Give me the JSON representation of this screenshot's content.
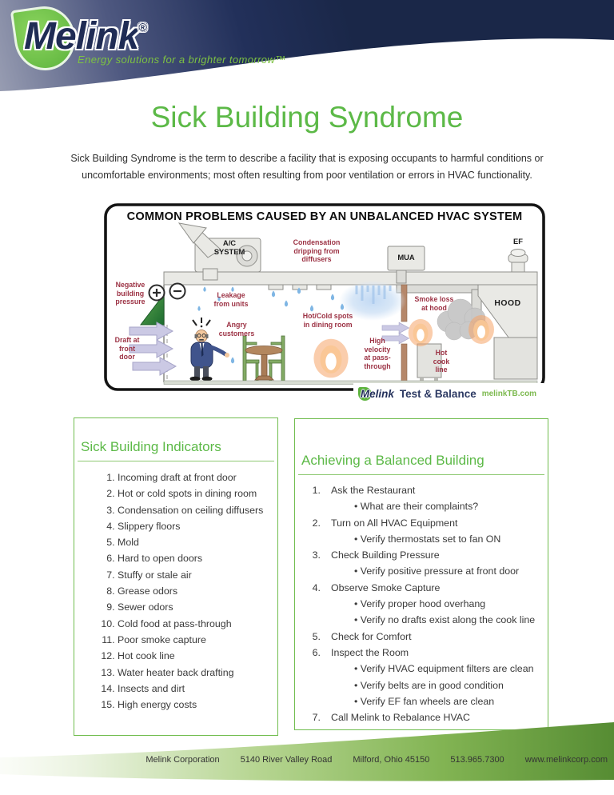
{
  "header": {
    "logo_text": "Melink",
    "logo_reg": "®",
    "tagline": "Energy solutions for a brighter tomorrow™"
  },
  "page": {
    "title": "Sick Building Syndrome",
    "intro": "Sick Building Syndrome is the term to describe a facility that is exposing occupants to harmful conditions or uncomfortable environments; most often resulting from poor ventilation or errors in HVAC functionality."
  },
  "diagram": {
    "title": "COMMON PROBLEMS CAUSED BY AN UNBALANCED HVAC SYSTEM",
    "labels": {
      "ac_system": "A/C\nSYSTEM",
      "condensation": "Condensation\ndripping from\ndiffusers",
      "mua": "MUA",
      "ef": "EF",
      "negative_pressure": "Negative\nbuilding\npressure",
      "leakage": "Leakage\nfrom units",
      "hot_cold": "Hot/Cold spots\nin dining room",
      "angry": "Angry\ncustomers",
      "high_velocity": "High\nvelocity\nat pass-\nthrough",
      "smoke_loss": "Smoke loss\nat hood",
      "hood": "HOOD",
      "hot_cook": "Hot\ncook\nline",
      "draft": "Draft at\nfront\ndoor"
    },
    "badge": {
      "brand": "Melink",
      "name": "Test & Balance",
      "site": "melinkTB.com"
    }
  },
  "left_panel": {
    "heading": "Sick Building Indicators",
    "items": [
      "Incoming draft at front door",
      "Hot or cold spots in dining room",
      "Condensation on ceiling diffusers",
      "Slippery floors",
      "Mold",
      "Hard to open doors",
      "Stuffy or stale air",
      "Grease odors",
      "Sewer odors",
      "Cold food at pass-through",
      "Poor smoke capture",
      "Hot cook line",
      "Water heater back drafting",
      "Insects and dirt",
      "High energy costs"
    ]
  },
  "right_panel": {
    "heading": "Achieving a Balanced Building",
    "items": [
      {
        "label": "Ask the Restaurant",
        "subs": [
          "What are their complaints?"
        ]
      },
      {
        "label": "Turn on All HVAC Equipment",
        "subs": [
          "Verify thermostats set to fan ON"
        ]
      },
      {
        "label": "Check Building Pressure",
        "subs": [
          "Verify positive pressure at front door"
        ]
      },
      {
        "label": "Observe Smoke Capture",
        "subs": [
          "Verify proper hood overhang",
          "Verify no drafts exist along the cook line"
        ]
      },
      {
        "label": "Check for Comfort",
        "subs": []
      },
      {
        "label": "Inspect the Room",
        "subs": [
          "Verify HVAC equipment filters are clean",
          "Verify belts are in good condition",
          "Verify EF fan wheels are clean"
        ]
      },
      {
        "label": "Call Melink to Rebalance HVAC",
        "subs": []
      }
    ]
  },
  "footer": {
    "segments": [
      "Melink Corporation",
      "5140 River Valley Road",
      "Milford, Ohio 45150",
      "513.965.7300",
      "www.melinkcorp.com"
    ]
  },
  "colors": {
    "brand_green": "#5cb947",
    "navy": "#1f2c55",
    "label_red": "#9c3244"
  }
}
